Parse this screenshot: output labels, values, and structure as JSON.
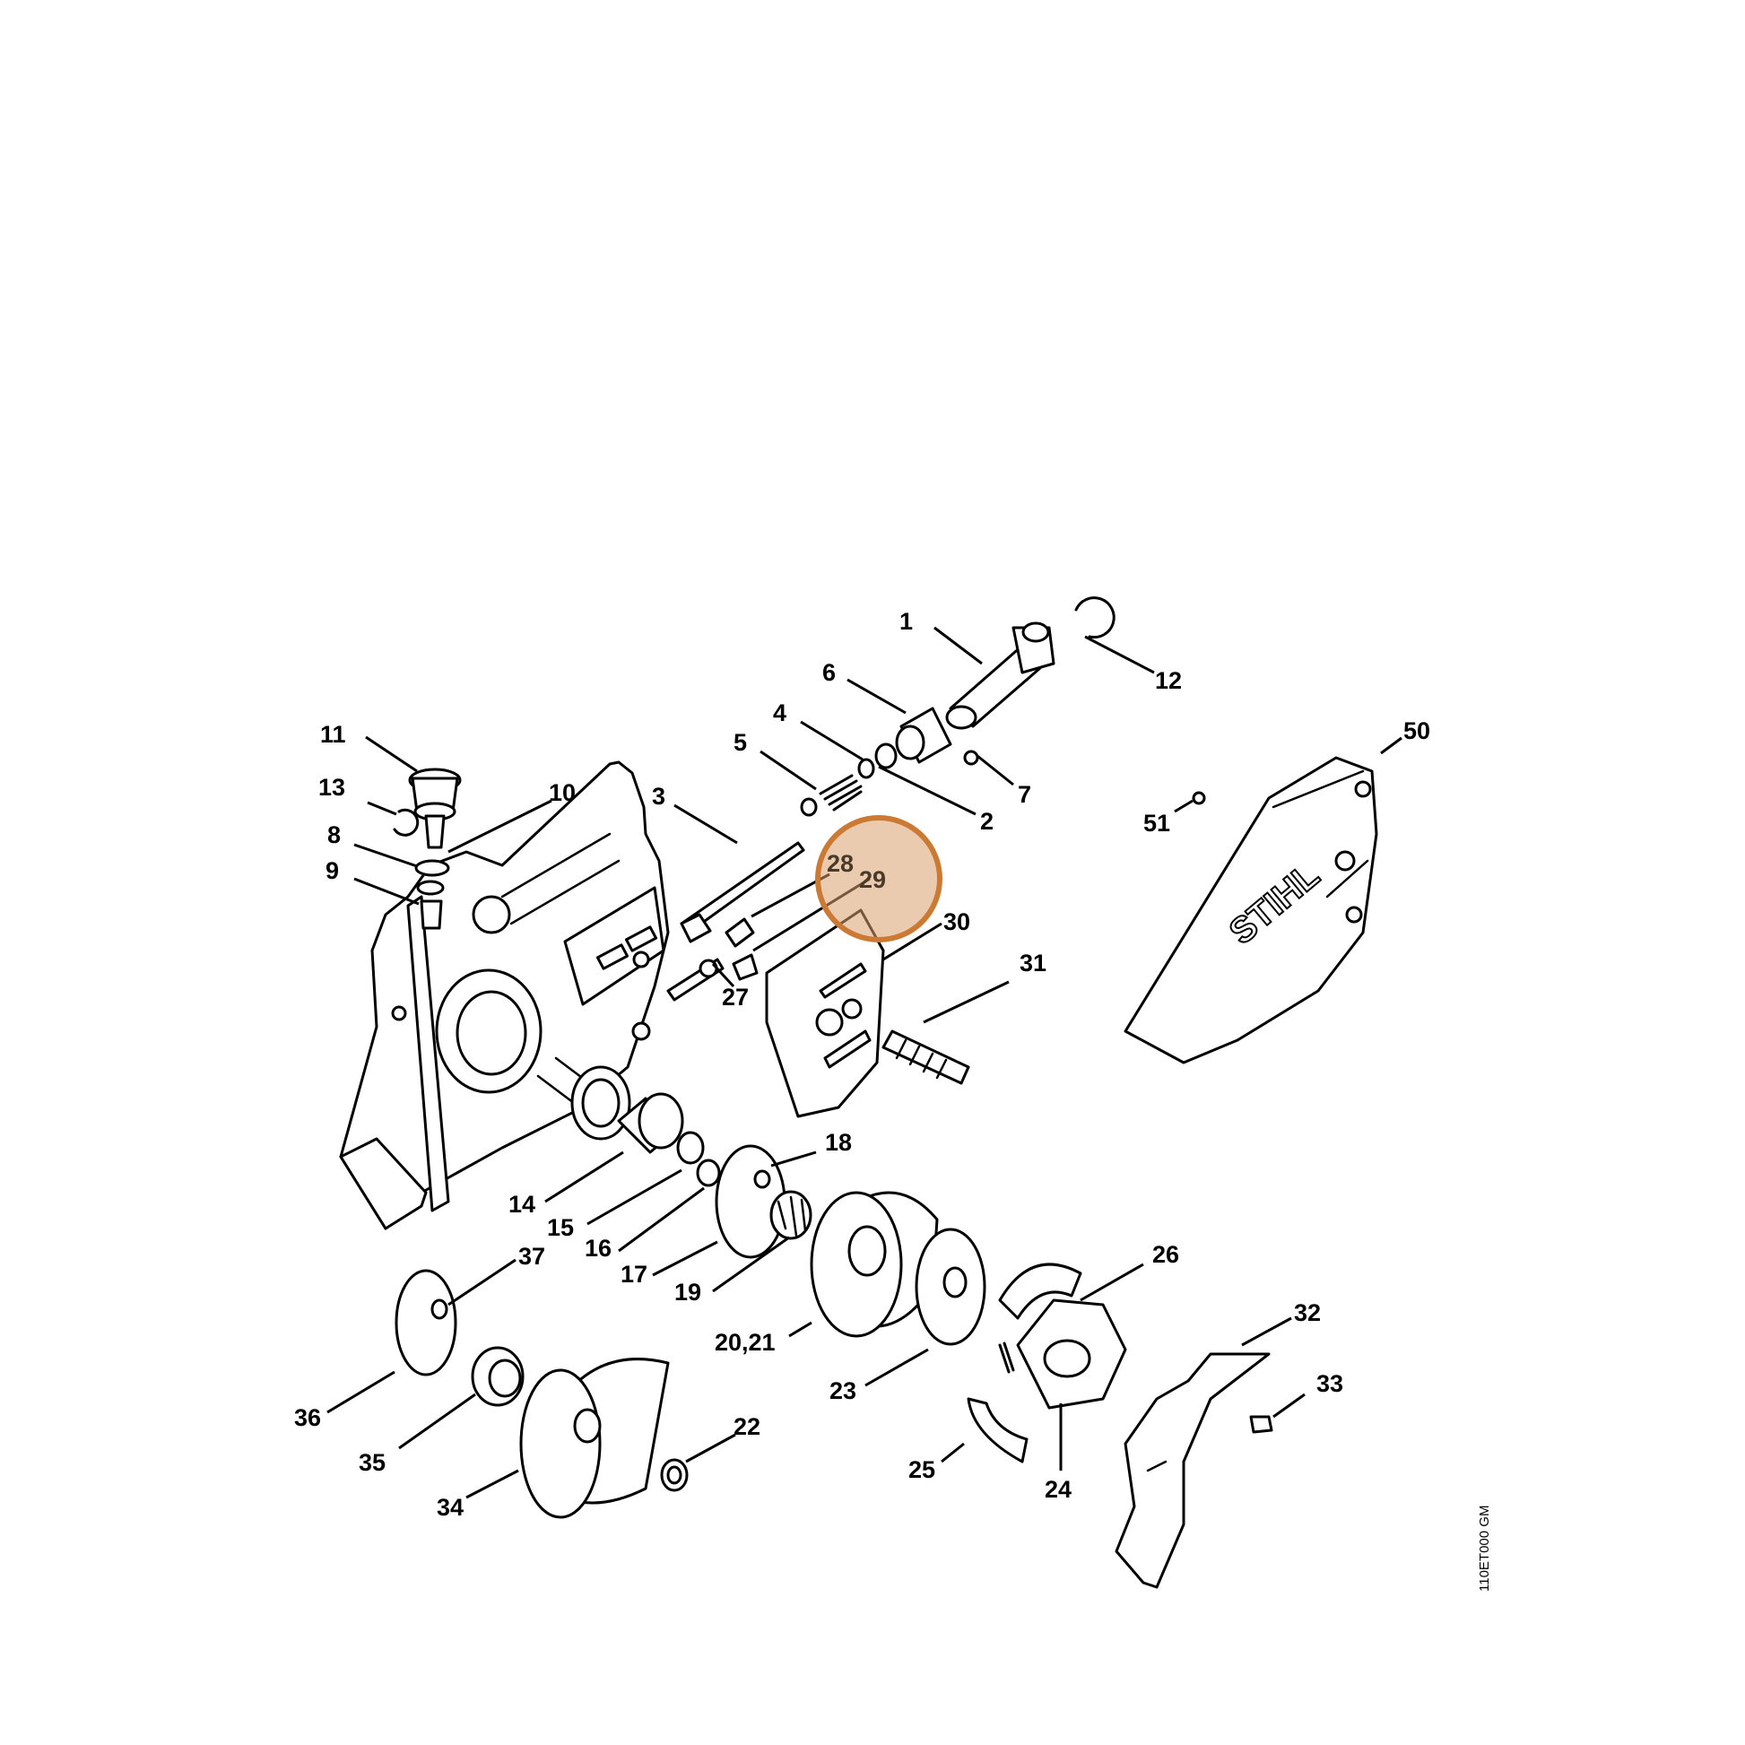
{
  "callouts": {
    "c1": "1",
    "c2": "2",
    "c3": "3",
    "c4": "4",
    "c5": "5",
    "c6": "6",
    "c7": "7",
    "c8": "8",
    "c9": "9",
    "c10": "10",
    "c11": "11",
    "c12": "12",
    "c13": "13",
    "c14": "14",
    "c15": "15",
    "c16": "16",
    "c17": "17",
    "c18": "18",
    "c19": "19",
    "c20_21": "20,21",
    "c22": "22",
    "c23": "23",
    "c24": "24",
    "c25": "25",
    "c26": "26",
    "c27": "27",
    "c28": "28",
    "c29": "29",
    "c30": "30",
    "c31": "31",
    "c32": "32",
    "c33": "33",
    "c34": "34",
    "c35": "35",
    "c36": "36",
    "c37": "37",
    "c50": "50",
    "c51": "51"
  },
  "brand_label": "STIHL",
  "reference_code": "110ET000 GM",
  "highlight_color": "#cc7a33"
}
